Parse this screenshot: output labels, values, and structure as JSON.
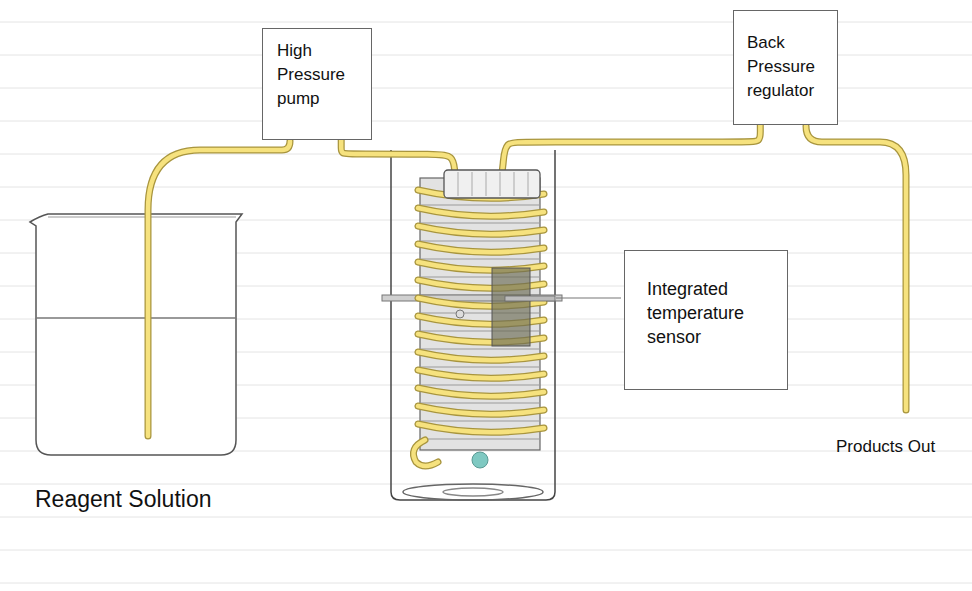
{
  "diagram": {
    "nodes": [
      {
        "text": [
          "High Pressure pump"
        ]
      },
      {
        "text": [
          "Back Pressure regulator"
        ]
      },
      {
        "text": [
          "Integrated temperature sensor"
        ]
      }
    ],
    "edges": [
      {
        "from": 0,
        "to": 1,
        "arrow": "none"
      }
    ],
    "labels": [
      "Reagent Solution",
      "Products Out"
    ]
  }
}
